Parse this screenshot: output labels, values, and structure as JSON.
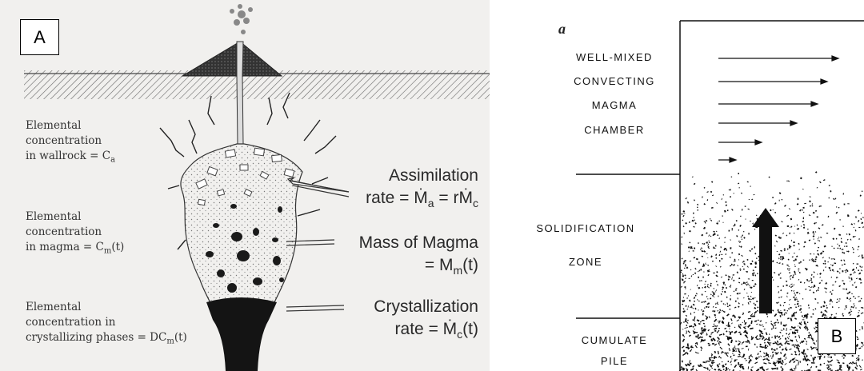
{
  "panel_a": {
    "badge": "A",
    "left_labels": {
      "wallrock_l1": "Elemental",
      "wallrock_l2": "concentration",
      "wallrock_l3": "in wallrock = C",
      "wallrock_sub": "a",
      "magma_l1": "Elemental",
      "magma_l2": "concentration",
      "magma_l3": "in magma = C",
      "magma_sub": "m",
      "magma_tail": "(t)",
      "cryst_l1": "Elemental",
      "cryst_l2": "concentration in",
      "cryst_l3": "crystallizing phases = DC",
      "cryst_sub": "m",
      "cryst_tail": "(t)"
    },
    "right_labels": {
      "assim_title": "Assimilation",
      "assim_eq": "rate = Ṁ",
      "assim_sub1": "a",
      "assim_mid": "= rṀ",
      "assim_sub2": "c",
      "mass_title": "Mass of Magma",
      "mass_eq": "= M",
      "mass_sub": "m",
      "mass_tail": "(t)",
      "cryst_title": "Crystallization",
      "cryst_eq": "rate = Ṁ",
      "cryst_sub": "c",
      "cryst_tail": "(t)"
    }
  },
  "panel_b": {
    "badge": "B",
    "corner_letter": "a",
    "chamber_lines": [
      "WELL-MIXED",
      "CONVECTING",
      "MAGMA",
      "CHAMBER"
    ],
    "solidification": "SOLIDIFICATION",
    "zone": "ZONE",
    "cumulate": "CUMULATE",
    "pile": "PILE"
  }
}
